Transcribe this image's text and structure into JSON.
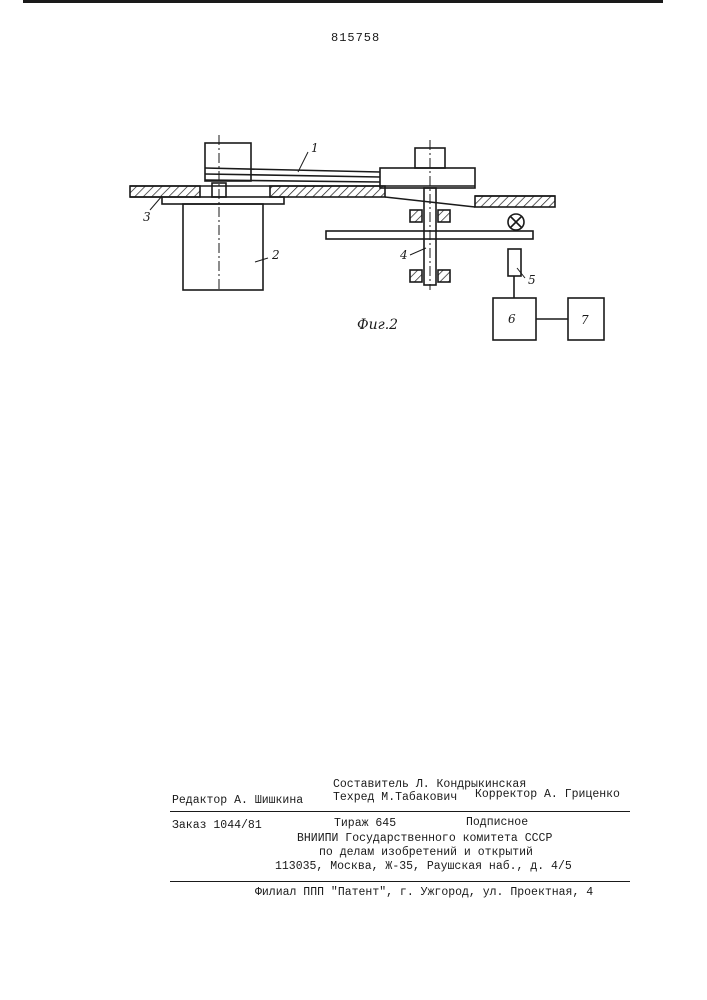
{
  "patent_number": "815758",
  "figure": {
    "caption": "Фиг.2",
    "labels": [
      "1",
      "2",
      "3",
      "4",
      "5",
      "6",
      "7"
    ]
  },
  "colophon": {
    "compiler": "Составитель Л. Кондрыкинская",
    "editor": "Редактор А. Шишкина",
    "techred": "Техред М.Табакович",
    "corrector": "Корректор А. Гриценко",
    "order": "Заказ 1044/81",
    "circulation": "Тираж 645",
    "subscription": "Подписное",
    "org_line1": "ВНИИПИ Государственного комитета СССР",
    "org_line2": "по делам изобретений и открытий",
    "address": "113035, Москва, Ж-35, Раушская наб., д. 4/5",
    "branch": "Филиал ППП \"Патент\", г. Ужгород, ул. Проектная, 4"
  }
}
